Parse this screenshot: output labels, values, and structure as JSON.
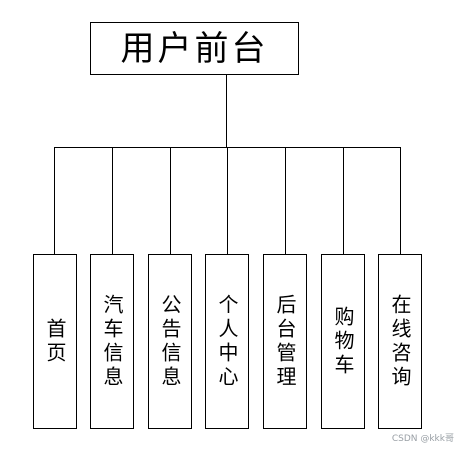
{
  "root": {
    "label": "用户前台"
  },
  "children": [
    {
      "label": "首页"
    },
    {
      "label": "汽车信息"
    },
    {
      "label": "公告信息"
    },
    {
      "label": "个人中心"
    },
    {
      "label": "后台管理"
    },
    {
      "label": "购物车"
    },
    {
      "label": "在线咨询"
    }
  ],
  "watermark": "CSDN @kkk哥"
}
